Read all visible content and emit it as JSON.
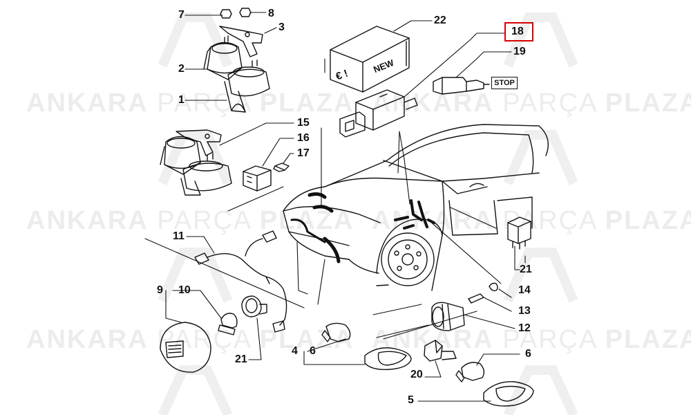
{
  "watermark": {
    "brand_bold_1": "ANKARA",
    "brand_light": "PARÇA",
    "brand_bold_2": "PLAZA"
  },
  "box_text": {
    "new": "NEW",
    "euro": "€ !"
  },
  "stop_label": "STOP",
  "callouts": [
    {
      "id": "7",
      "label": "7"
    },
    {
      "id": "8",
      "label": "8"
    },
    {
      "id": "3",
      "label": "3"
    },
    {
      "id": "2",
      "label": "2"
    },
    {
      "id": "1",
      "label": "1"
    },
    {
      "id": "22",
      "label": "22"
    },
    {
      "id": "18",
      "label": "18"
    },
    {
      "id": "19",
      "label": "19"
    },
    {
      "id": "15",
      "label": "15"
    },
    {
      "id": "16",
      "label": "16"
    },
    {
      "id": "17",
      "label": "17"
    },
    {
      "id": "11",
      "label": "11"
    },
    {
      "id": "9",
      "label": "9"
    },
    {
      "id": "10",
      "label": "10"
    },
    {
      "id": "21a",
      "label": "21"
    },
    {
      "id": "21b",
      "label": "21"
    },
    {
      "id": "14",
      "label": "14"
    },
    {
      "id": "13",
      "label": "13"
    },
    {
      "id": "12",
      "label": "12"
    },
    {
      "id": "4",
      "label": "4"
    },
    {
      "id": "6a",
      "label": "6"
    },
    {
      "id": "6b",
      "label": "6"
    },
    {
      "id": "20",
      "label": "20"
    },
    {
      "id": "5",
      "label": "5"
    }
  ],
  "highlighted_callout": "18",
  "colors": {
    "line": "#111111",
    "highlight": "#d40000",
    "watermark": "#ececec"
  }
}
